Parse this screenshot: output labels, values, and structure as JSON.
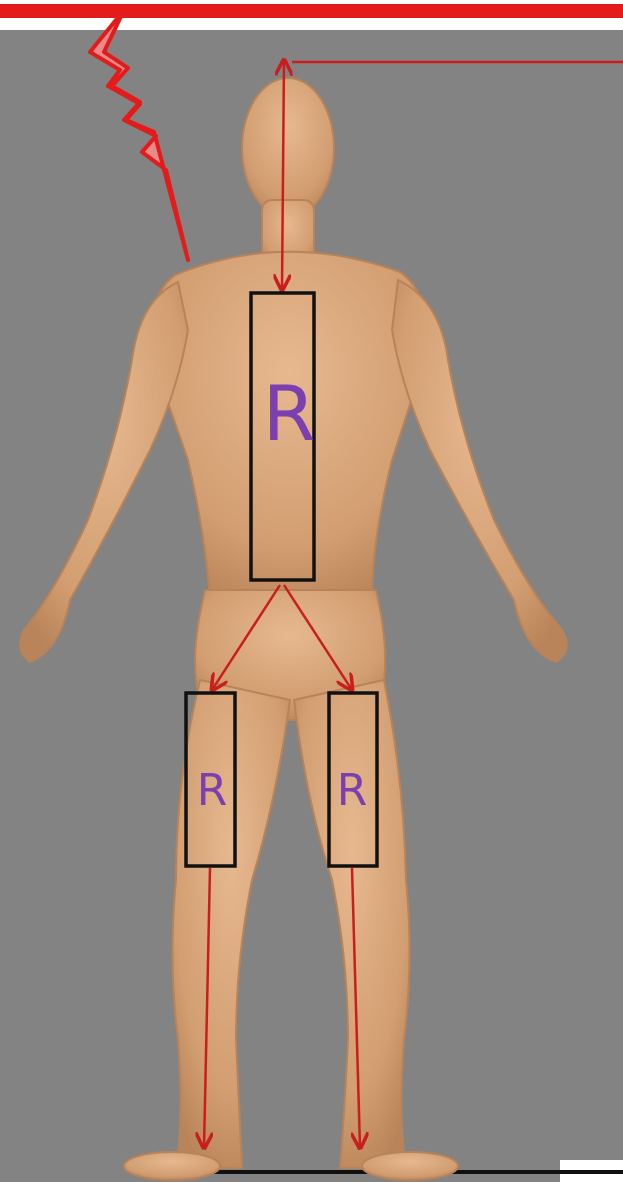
{
  "labels": {
    "torso_resistor": "R",
    "left_leg_resistor": "R",
    "right_leg_resistor": "R"
  },
  "colors": {
    "background": "#838383",
    "skin": "#d9a77c",
    "skin_shadow": "#b88359",
    "current_arrow": "#c81e1e",
    "lightning": "#e41b1b",
    "resistor_box": "#111111",
    "resistor_label": "#7b3fb0"
  }
}
